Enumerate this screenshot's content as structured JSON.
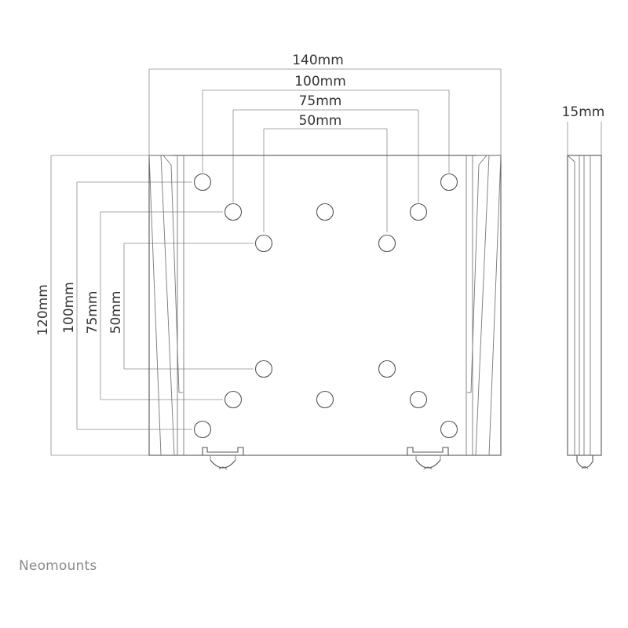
{
  "dimensions": {
    "width_140": "140mm",
    "width_100": "100mm",
    "width_75": "75mm",
    "width_50": "50mm",
    "depth_15": "15mm",
    "height_120": "120mm",
    "height_100": "100mm",
    "height_75": "75mm",
    "height_50": "50mm"
  },
  "brand": {
    "name": "Neomounts"
  },
  "colors": {
    "line": "#555555",
    "dimension": "#8c8c8c",
    "text": "#333333",
    "brand": "#8a8a8a"
  }
}
